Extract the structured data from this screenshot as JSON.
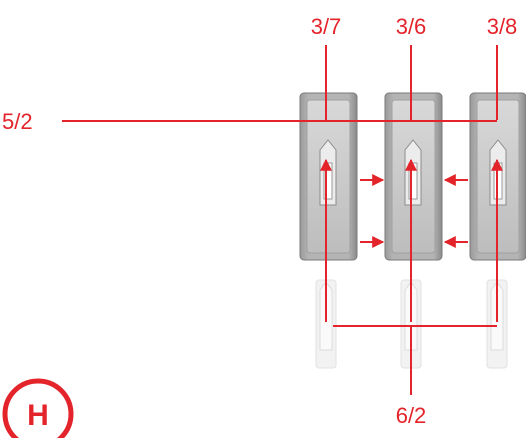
{
  "labels": {
    "top_left": "3/7",
    "top_middle": "3/6",
    "top_right": "3/8",
    "left": "5/2",
    "bottom": "6/2"
  },
  "corner_mark": "H",
  "colors": {
    "accent": "#e3242b",
    "slider_dark": "#8f8f8f",
    "slider_light": "#c9c9c9",
    "ghost": "#f0f0f0"
  }
}
